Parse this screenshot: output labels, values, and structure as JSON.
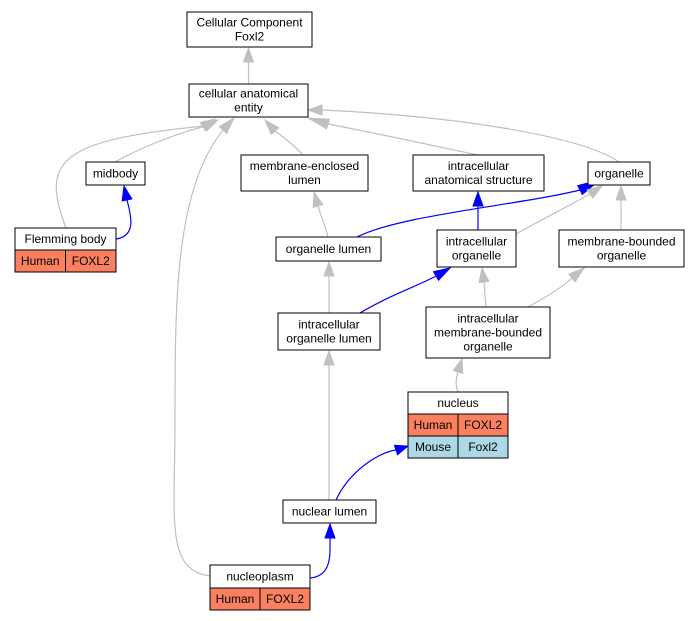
{
  "colors": {
    "edge_gray": "#c0c0c0",
    "edge_blue": "#0000ff",
    "human_bg": "#fa8060",
    "mouse_bg": "#add8e6",
    "node_border": "#000000",
    "background": "#ffffff"
  },
  "nodes": {
    "root": {
      "lines": [
        "Cellular Component",
        "Foxl2"
      ]
    },
    "cae": {
      "lines": [
        "cellular anatomical",
        "entity"
      ]
    },
    "midbody": {
      "lines": [
        "midbody"
      ]
    },
    "mel": {
      "lines": [
        "membrane-enclosed",
        "lumen"
      ]
    },
    "ias": {
      "lines": [
        "intracellular",
        "anatomical structure"
      ]
    },
    "organelle": {
      "lines": [
        "organelle"
      ]
    },
    "flemming": {
      "lines": [
        "Flemming body"
      ],
      "annotations": [
        {
          "species": "Human",
          "gene": "FOXL2"
        }
      ]
    },
    "olumen": {
      "lines": [
        "organelle lumen"
      ]
    },
    "iorg": {
      "lines": [
        "intracellular",
        "organelle"
      ]
    },
    "mbo": {
      "lines": [
        "membrane-bounded",
        "organelle"
      ]
    },
    "iol": {
      "lines": [
        "intracellular",
        "organelle lumen"
      ]
    },
    "imbo": {
      "lines": [
        "intracellular",
        "membrane-bounded",
        "organelle"
      ]
    },
    "nucleus": {
      "lines": [
        "nucleus"
      ],
      "annotations": [
        {
          "species": "Human",
          "gene": "FOXL2"
        },
        {
          "species": "Mouse",
          "gene": "Foxl2"
        }
      ]
    },
    "nlumen": {
      "lines": [
        "nuclear lumen"
      ]
    },
    "nucleoplasm": {
      "lines": [
        "nucleoplasm"
      ],
      "annotations": [
        {
          "species": "Human",
          "gene": "FOXL2"
        }
      ]
    }
  },
  "edges": [
    {
      "from": "cae",
      "to": "root",
      "style": "gray"
    },
    {
      "from": "midbody",
      "to": "cae",
      "style": "gray"
    },
    {
      "from": "mel",
      "to": "cae",
      "style": "gray"
    },
    {
      "from": "ias",
      "to": "cae",
      "style": "gray"
    },
    {
      "from": "organelle",
      "to": "cae",
      "style": "gray"
    },
    {
      "from": "flemming",
      "to": "cae",
      "style": "gray"
    },
    {
      "from": "nucleoplasm",
      "to": "cae",
      "style": "gray"
    },
    {
      "from": "flemming",
      "to": "midbody",
      "style": "blue"
    },
    {
      "from": "olumen",
      "to": "mel",
      "style": "gray"
    },
    {
      "from": "olumen",
      "to": "organelle",
      "style": "blue"
    },
    {
      "from": "iorg",
      "to": "ias",
      "style": "blue"
    },
    {
      "from": "iorg",
      "to": "organelle",
      "style": "gray"
    },
    {
      "from": "mbo",
      "to": "organelle",
      "style": "gray"
    },
    {
      "from": "iol",
      "to": "olumen",
      "style": "gray"
    },
    {
      "from": "iol",
      "to": "iorg",
      "style": "blue"
    },
    {
      "from": "imbo",
      "to": "iorg",
      "style": "gray"
    },
    {
      "from": "imbo",
      "to": "mbo",
      "style": "gray"
    },
    {
      "from": "nucleus",
      "to": "imbo",
      "style": "gray"
    },
    {
      "from": "nlumen",
      "to": "iol",
      "style": "gray"
    },
    {
      "from": "nlumen",
      "to": "nucleus",
      "style": "blue"
    },
    {
      "from": "nucleoplasm",
      "to": "nlumen",
      "style": "blue"
    }
  ]
}
